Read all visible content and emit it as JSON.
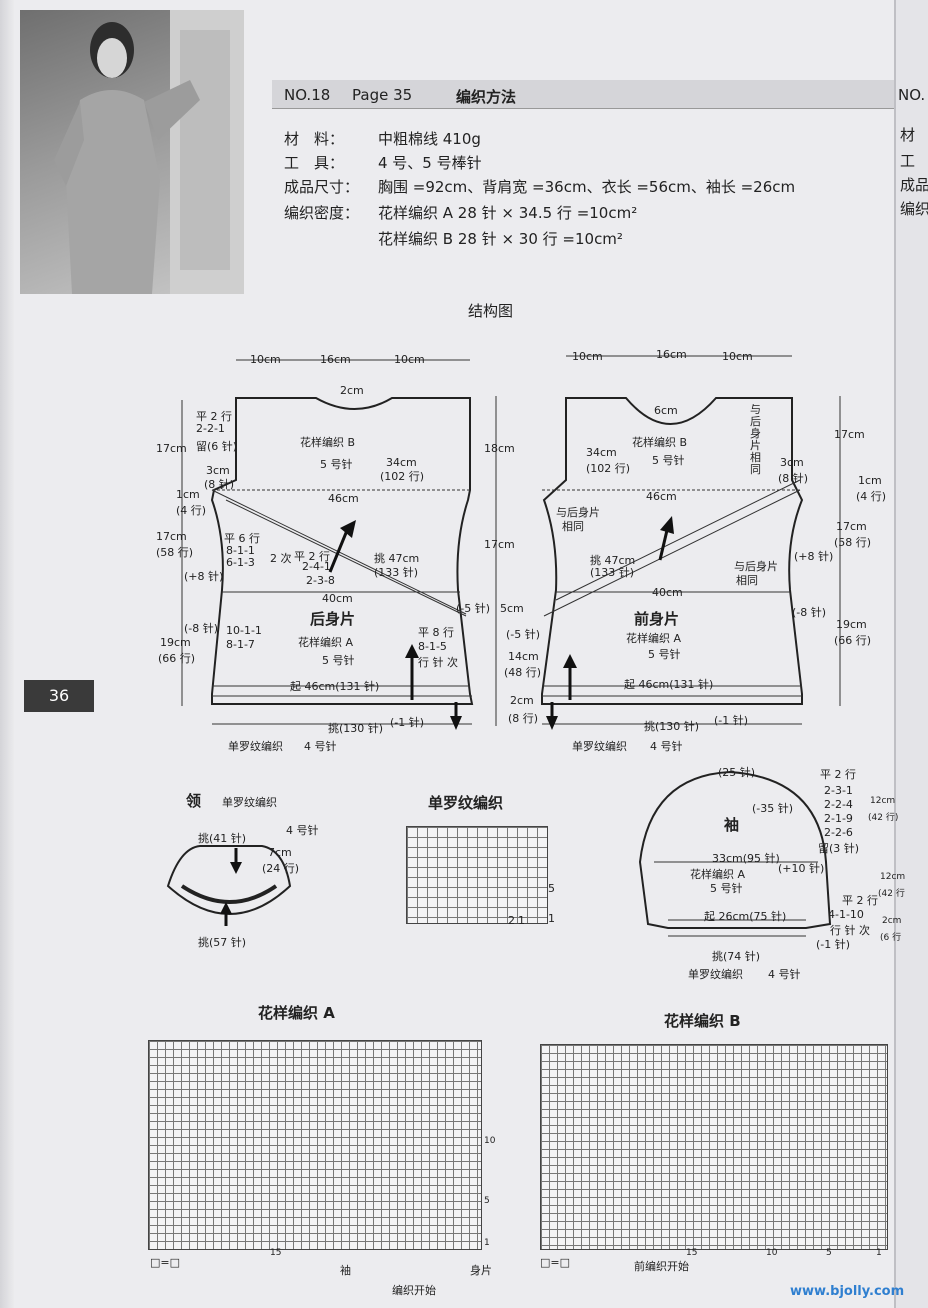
{
  "header": {
    "number": "NO.18",
    "page_ref": "Page 35",
    "method": "编织方法",
    "next_page_cut": "NO."
  },
  "materials": {
    "material_label": "材　料：",
    "material_value": "中粗棉线 410g",
    "tools_label": "工　具：",
    "tools_value": "4 号、5 号棒针",
    "size_label": "成品尺寸：",
    "size_value": "胸围 =92cm、背肩宽 =36cm、衣长 =56cm、袖长 =26cm",
    "density_label": "编织密度：",
    "density_a": "花样编织 A  28 针 × 34.5 行 =10cm²",
    "density_b": "花样编织 B  28 针 × 30 行 =10cm²"
  },
  "right_page_cut": [
    "材",
    "工",
    "成品",
    "编织"
  ],
  "page_number": "36",
  "structure_title": "结构图",
  "back": {
    "top_widths": [
      "10cm",
      "16cm",
      "10cm"
    ],
    "neck_depth": "2cm",
    "neck_shaping": [
      "平 2 行",
      "2-2-1",
      "留(6 针)"
    ],
    "shoulder_height": "17cm",
    "pattern_b": "花样编织 B",
    "needle_5": "5 号针",
    "diag_top": [
      "34cm",
      "(102 行)"
    ],
    "armhole_side": [
      "3cm",
      "(8 针)"
    ],
    "armhole_1cm": [
      "1cm",
      "(4 行)"
    ],
    "chest": "46cm",
    "side_dec": [
      "平 6 行",
      "8-1-1",
      "6-1-3"
    ],
    "two_times": "2 次",
    "center_dec": [
      "平 2 行",
      "2-4-1",
      "2-3-8"
    ],
    "pick": [
      "挑 47cm",
      "(133 针)"
    ],
    "side_17": [
      "17cm",
      "(58 行)"
    ],
    "plus8": "(+8 针)",
    "waist": "40cm",
    "minus5": "(-5 针)",
    "name": "后身片",
    "minus8": "(-8 针)",
    "side_inc": [
      "10-1-1",
      "8-1-7"
    ],
    "pattern_a": "花样编织 A",
    "lower_19": [
      "19cm",
      "(66 行)"
    ],
    "right_inc": [
      "平 8 行",
      "8-1-5",
      "行 针 次"
    ],
    "cast_on": "起 46cm(131 针)",
    "pick_bottom": "挑(130 针)",
    "minus1": "(-1 针)",
    "rib": "单罗纹编织",
    "needle_4": "4 号针"
  },
  "middle": [
    "18cm",
    "17cm",
    "5cm",
    "14cm",
    "(48 行)",
    "2cm",
    "(8 行)"
  ],
  "front": {
    "top_widths": [
      "10cm",
      "16cm",
      "10cm"
    ],
    "neck_depth": "6cm",
    "same_as_back_vertical": "与后身片相同",
    "diag_top": [
      "34cm",
      "(102 行)"
    ],
    "pattern_b": "花样编织 B",
    "needle_5": "5 号针",
    "armhole_side": [
      "3cm",
      "(8 针)"
    ],
    "right_17": "17cm",
    "right_1cm": [
      "1cm",
      "(4 行)"
    ],
    "chest": "46cm",
    "same1": [
      "与后身片",
      "相同"
    ],
    "pick": [
      "挑 47cm",
      "(133 针)"
    ],
    "right_17b": [
      "17cm",
      "(58 行)"
    ],
    "plus8": "(+8 针)",
    "same2": [
      "与后身片",
      "相同"
    ],
    "waist": "40cm",
    "minus5": "(-5 针)",
    "name": "前身片",
    "minus8": "(-8 针)",
    "pattern_a": "花样编织 A",
    "lower_19": [
      "19cm",
      "(66 行)"
    ],
    "cast_on": "起 46cm(131 针)",
    "pick_bottom": "挑(130 针)",
    "minus1": "(-1 针)",
    "rib": "单罗纹编织",
    "needle_4": "4 号针"
  },
  "collar": {
    "title": "领",
    "rib": "单罗纹编织",
    "needle": "4 号针",
    "top": "挑(41 针)",
    "side": [
      "7cm",
      "(24 行)"
    ],
    "bottom": "挑(57 针)"
  },
  "rib_chart_title": "单罗纹编织",
  "rib_numbers": [
    "5",
    "1",
    "2",
    "1"
  ],
  "sleeve": {
    "top": "(25 针)",
    "dec": "(-35 针)",
    "name": "袖",
    "shaping": [
      "平 2 行",
      "2-3-1",
      "2-2-4",
      "2-1-9",
      "2-2-6",
      "留(3 针)"
    ],
    "h12a": [
      "12cm",
      "(42 行)"
    ],
    "width": "33cm(95 针)",
    "plus10": "(+10 针)",
    "pattern_a": "花样编织 A",
    "needle_5": "5 号针",
    "lower": [
      "平 2 行",
      "4-1-10",
      "行 针 次"
    ],
    "h12b": [
      "12cm",
      "(42 行"
    ],
    "cast_on": "起 26cm(75 针)",
    "minus1": "(-1 针)",
    "h2": [
      "2cm",
      "(6 行"
    ],
    "pick": "挑(74 针)",
    "rib": "单罗纹编织",
    "needle_4": "4 号针"
  },
  "chart_a": {
    "title": "花样编织 A",
    "legend": "□=□",
    "sleeve": "袖",
    "body": "身片",
    "start": "编织开始",
    "row_numbers": [
      "15",
      "10",
      "5",
      "1"
    ]
  },
  "chart_b": {
    "title": "花样编织 B",
    "legend": "□=□",
    "start": "前编织开始",
    "row_numbers": [
      "15",
      "10",
      "5",
      "1"
    ]
  },
  "watermark": "www.bjolly.com"
}
